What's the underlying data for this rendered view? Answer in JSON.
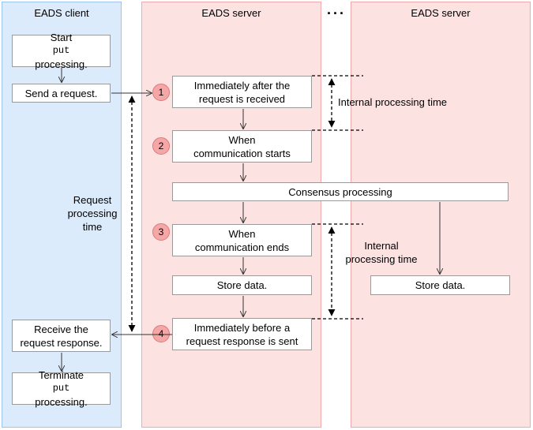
{
  "lanes": {
    "client_title": "EADS client",
    "server1_title": "EADS server",
    "server2_title": "EADS server",
    "ellipsis": "..."
  },
  "client": {
    "start_prefix": "Start ",
    "start_code": "put",
    "start_suffix": "processing.",
    "send": "Send a request.",
    "receive_line1": "Receive the",
    "receive_line2": "request response.",
    "terminate_prefix": "Terminate ",
    "terminate_code": "put",
    "terminate_suffix": "processing."
  },
  "server": {
    "step1_line1": "Immediately after the",
    "step1_line2": "request is received",
    "step2_line1": "When",
    "step2_line2": "communication starts",
    "consensus": "Consensus processing",
    "step3_line1": "When",
    "step3_line2": "communication ends",
    "store": "Store data.",
    "step4_line1": "Immediately before a",
    "step4_line2": "request response is sent",
    "store2": "Store data."
  },
  "badges": [
    "1",
    "2",
    "3",
    "4"
  ],
  "labels": {
    "request_time_line1": "Request",
    "request_time_line2": "processing",
    "request_time_line3": "time",
    "internal_time_top": "Internal processing time",
    "internal_time_bottom_line1": "Internal",
    "internal_time_bottom_line2": "processing time"
  }
}
